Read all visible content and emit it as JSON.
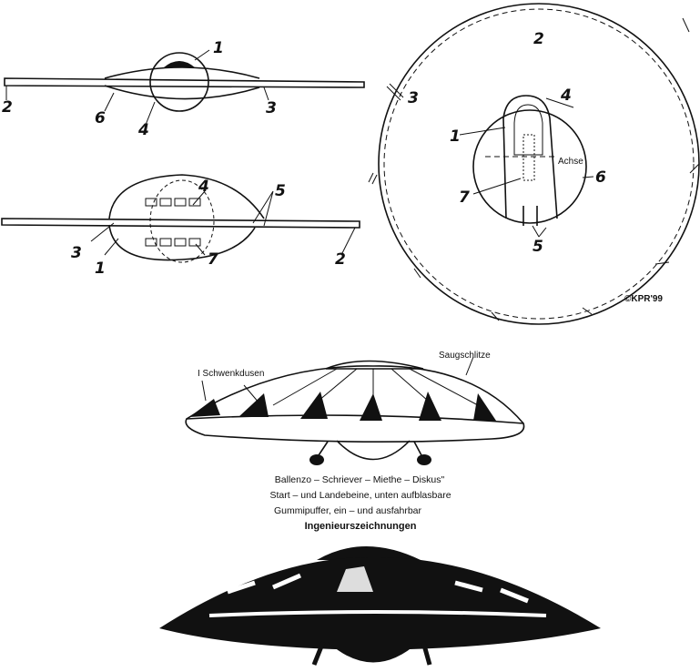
{
  "side_view": {
    "labels": [
      "1",
      "2",
      "3",
      "4",
      "6"
    ]
  },
  "top_section_view": {
    "labels": [
      "4",
      "5",
      "3",
      "1",
      "7",
      "2"
    ]
  },
  "plan_view": {
    "labels": [
      "2",
      "3",
      "4",
      "1",
      "Achse",
      "6",
      "7",
      "5"
    ],
    "copyright": "©KPR'99"
  },
  "illustration": {
    "annotations": [
      "I Schwenkdusen",
      "Saugschlitze"
    ],
    "caption_lines": [
      "Ballenzo – Schriever – Miethe – Diskus\"",
      "Start – und Landebeine, unten aufblasbare",
      "Gummipuffer, ein – und ausfahrbar"
    ],
    "caption_title": "Ingenieurszeichnungen"
  }
}
